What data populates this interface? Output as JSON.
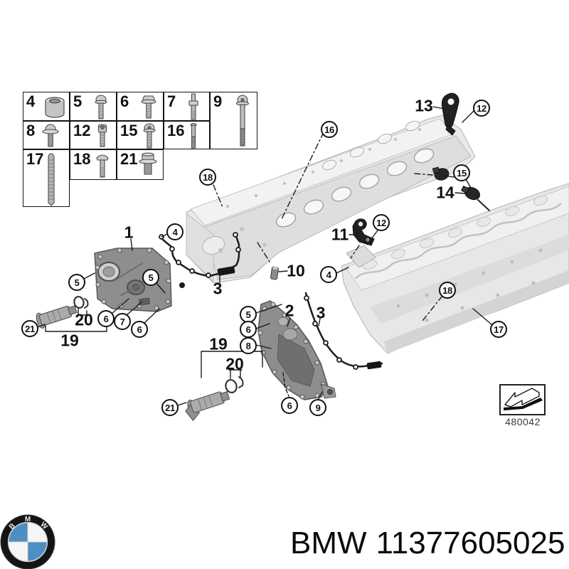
{
  "footer": {
    "brand": "BMW",
    "part_number": "11377605025",
    "logo": {
      "name": "bmw-roundel",
      "letters": "BMW",
      "blue": "#4d8ec4"
    }
  },
  "ref_box": {
    "code": "480042",
    "icon": "direction-arrow-icon"
  },
  "parts_table": {
    "cells": [
      {
        "label": "4",
        "icon": "sleeve-icon"
      },
      {
        "label": "5",
        "icon": "round-head-bolt-icon"
      },
      {
        "label": "6",
        "icon": "flange-bolt-icon"
      },
      {
        "label": "7",
        "icon": "stud-bolt-icon"
      },
      {
        "label": "9",
        "icon": "long-bolt-icon"
      },
      {
        "label": "8",
        "icon": "washer-bolt-icon"
      },
      {
        "label": "12",
        "icon": "socket-bolt-icon"
      },
      {
        "label": "15",
        "icon": "torx-bolt-icon"
      },
      {
        "label": "16",
        "icon": "long-stud-icon"
      },
      {
        "label": "17",
        "icon": "threaded-stud-icon"
      },
      {
        "label": "18",
        "icon": "dome-bolt-icon"
      },
      {
        "label": "21",
        "icon": "screw-plug-icon"
      }
    ]
  },
  "callouts": {
    "circled": [
      {
        "label": "18"
      },
      {
        "label": "16"
      },
      {
        "label": "12"
      },
      {
        "label": "15"
      },
      {
        "label": "12"
      },
      {
        "label": "4"
      },
      {
        "label": "5"
      },
      {
        "label": "5"
      },
      {
        "label": "4"
      },
      {
        "label": "18"
      },
      {
        "label": "17"
      },
      {
        "label": "6"
      },
      {
        "label": "7"
      },
      {
        "label": "6"
      },
      {
        "label": "21"
      },
      {
        "label": "5"
      },
      {
        "label": "6"
      },
      {
        "label": "8"
      },
      {
        "label": "21"
      },
      {
        "label": "6"
      },
      {
        "label": "9"
      }
    ],
    "plain": [
      {
        "label": "1"
      },
      {
        "label": "13"
      },
      {
        "label": "14"
      },
      {
        "label": "11"
      },
      {
        "label": "10"
      },
      {
        "label": "3"
      },
      {
        "label": "2"
      },
      {
        "label": "3"
      },
      {
        "label": "20"
      },
      {
        "label": "19"
      },
      {
        "label": "19"
      },
      {
        "label": "20"
      }
    ]
  },
  "colors": {
    "logo_blue": "#4d8ec4",
    "line": "#1c1c1c",
    "cover_gray": "#8e8e8e",
    "head_gray": "#e9e9e9"
  }
}
